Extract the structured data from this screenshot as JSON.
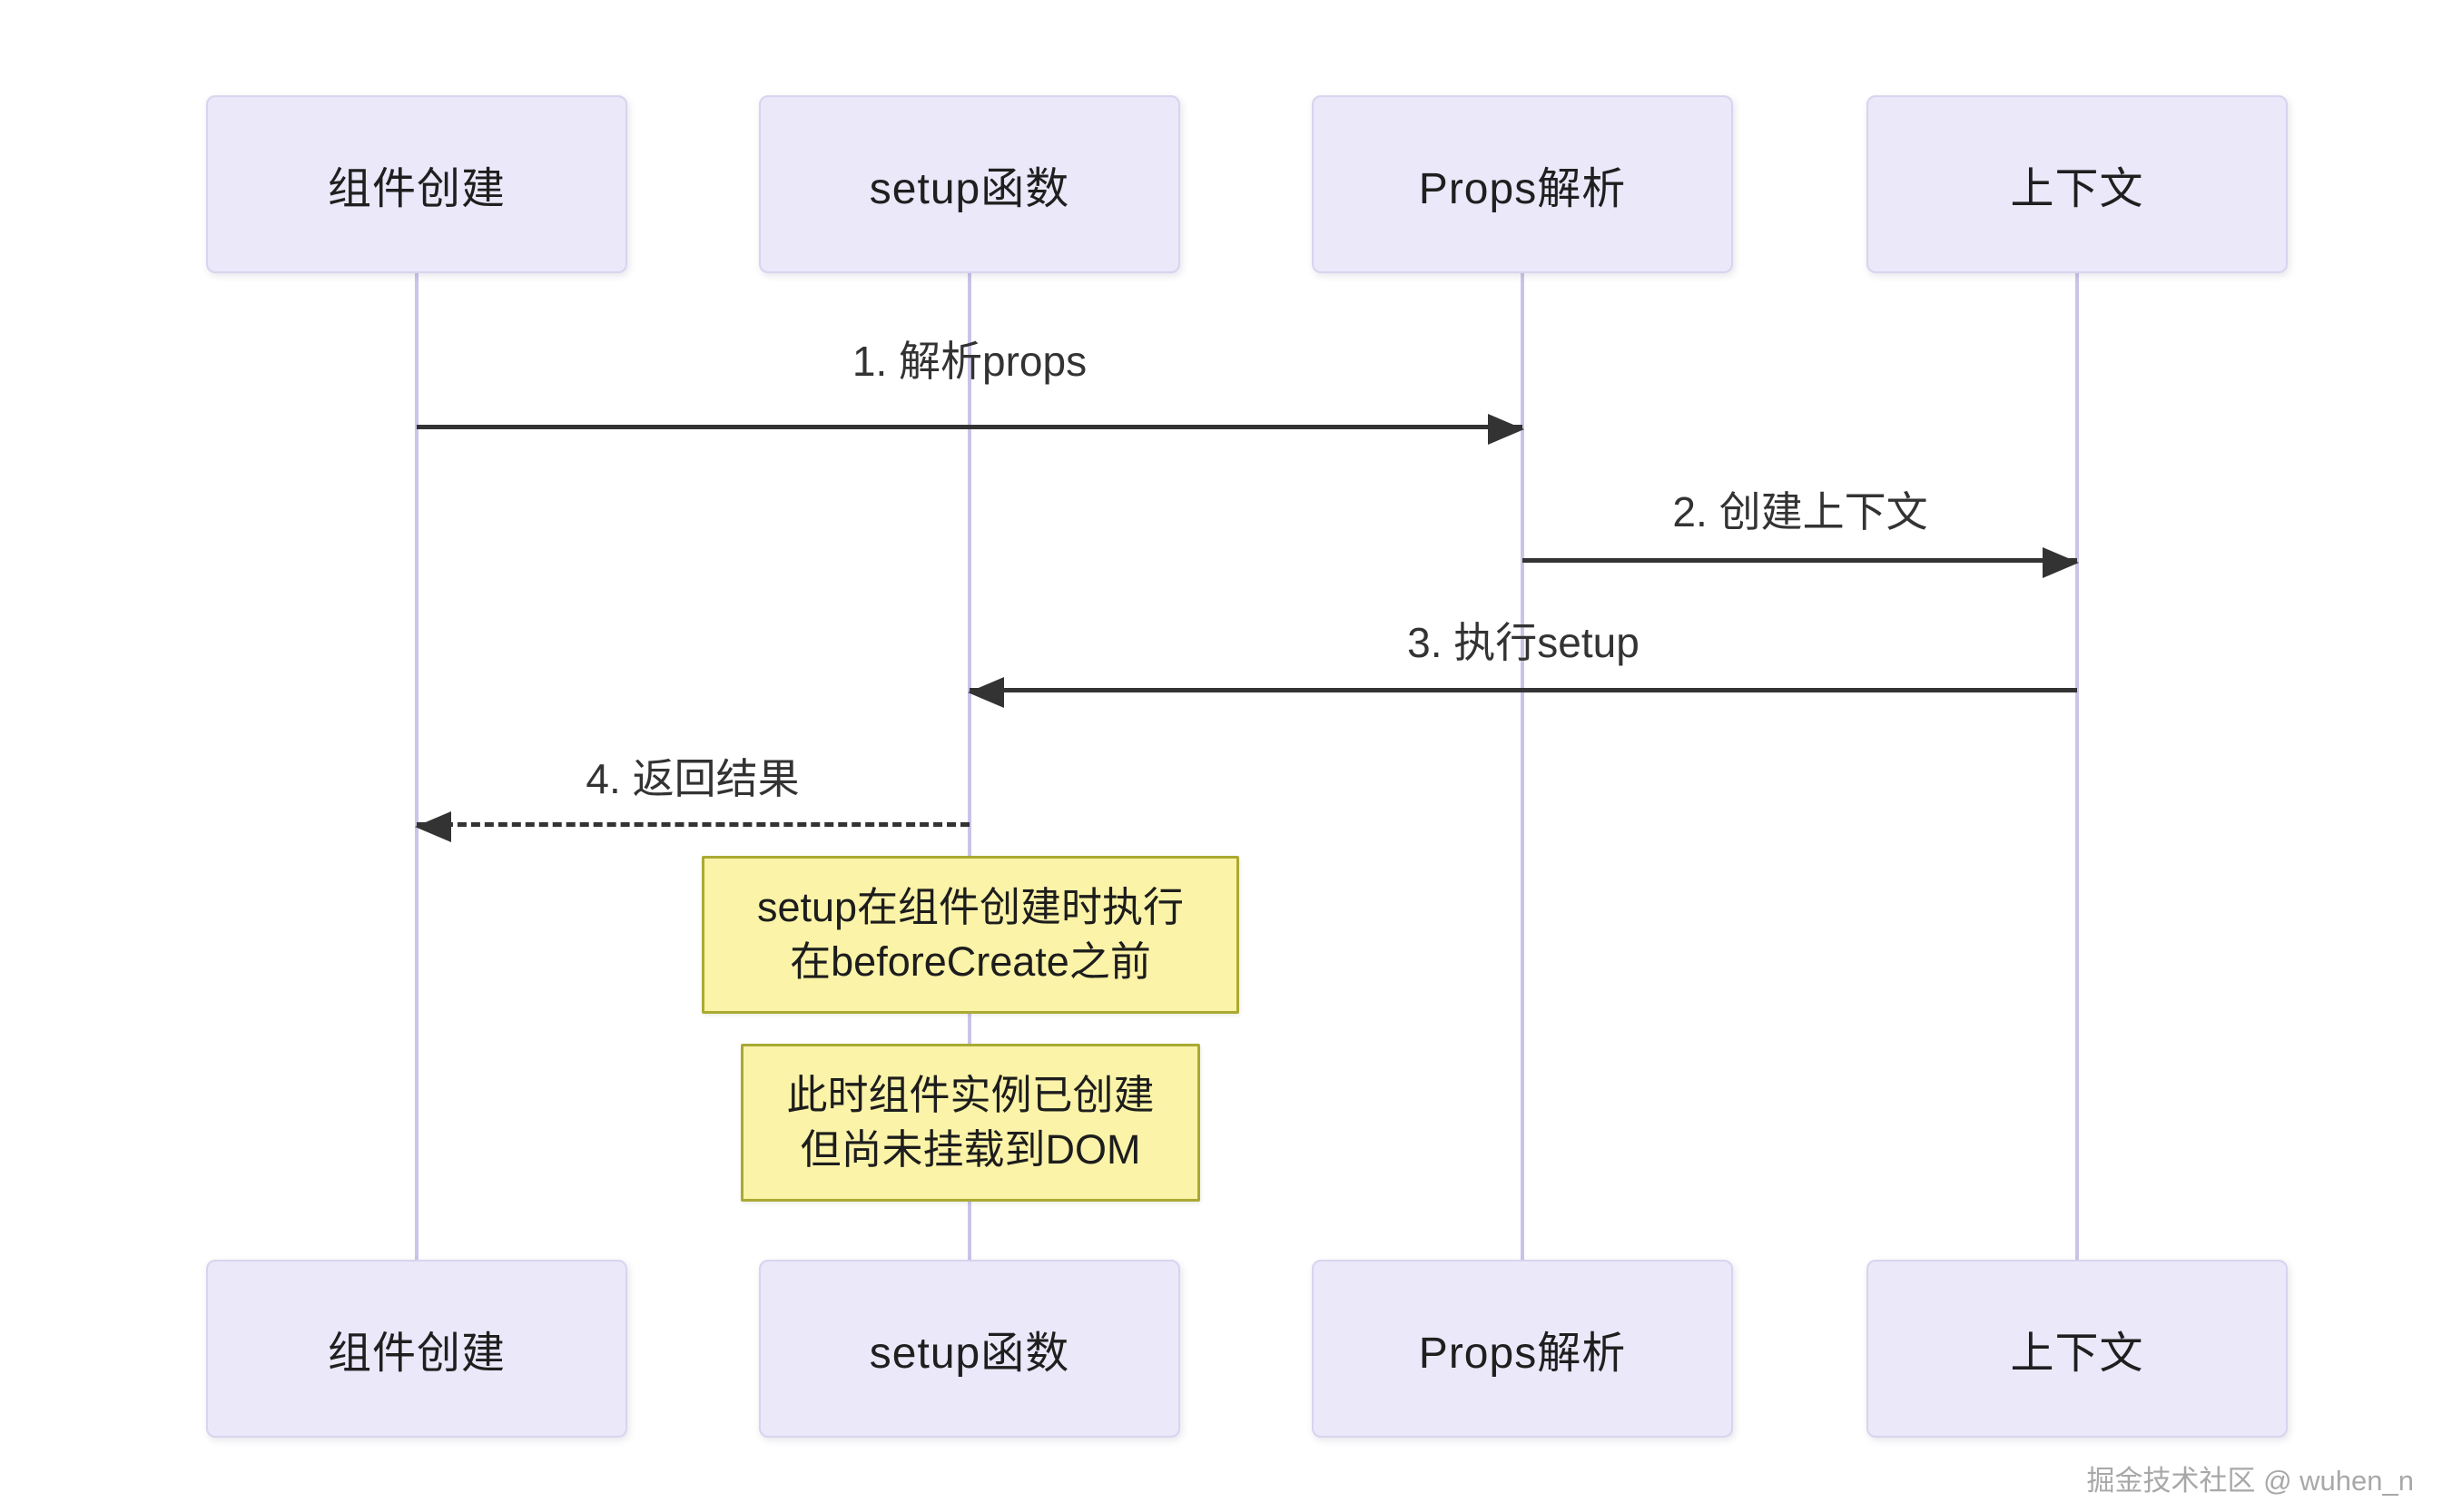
{
  "diagram": {
    "type": "sequence",
    "actors": [
      {
        "id": "component-creation",
        "label": "组件创建"
      },
      {
        "id": "setup-function",
        "label": "setup函数"
      },
      {
        "id": "props-parsing",
        "label": "Props解析"
      },
      {
        "id": "context",
        "label": "上下文"
      }
    ],
    "messages": [
      {
        "order": 1,
        "label": "1. 解析props",
        "from": "组件创建",
        "to": "Props解析",
        "line": "solid",
        "direction": "right"
      },
      {
        "order": 2,
        "label": "2. 创建上下文",
        "from": "Props解析",
        "to": "上下文",
        "line": "solid",
        "direction": "right"
      },
      {
        "order": 3,
        "label": "3. 执行setup",
        "from": "上下文",
        "to": "setup函数",
        "line": "solid",
        "direction": "left"
      },
      {
        "order": 4,
        "label": "4. 返回结果",
        "from": "setup函数",
        "to": "组件创建",
        "line": "dashed",
        "direction": "left"
      }
    ],
    "notes": [
      {
        "anchor": "setup函数",
        "lines": [
          "setup在组件创建时执行",
          "在beforeCreate之前"
        ]
      },
      {
        "anchor": "setup函数",
        "lines": [
          "此时组件实例已创建",
          "但尚未挂载到DOM"
        ]
      }
    ],
    "watermark": "掘金技术社区 @ wuhen_n",
    "colors": {
      "background": "#ffffff",
      "actor_fill": "#eae8f9",
      "actor_border": "#d8d4ee",
      "lifeline": "#cbc3e8",
      "arrow": "#333333",
      "note_fill": "#faf3a8",
      "note_border": "#aaaa33",
      "text": "#1f1f1f",
      "watermark": "#a8a8a8"
    }
  }
}
